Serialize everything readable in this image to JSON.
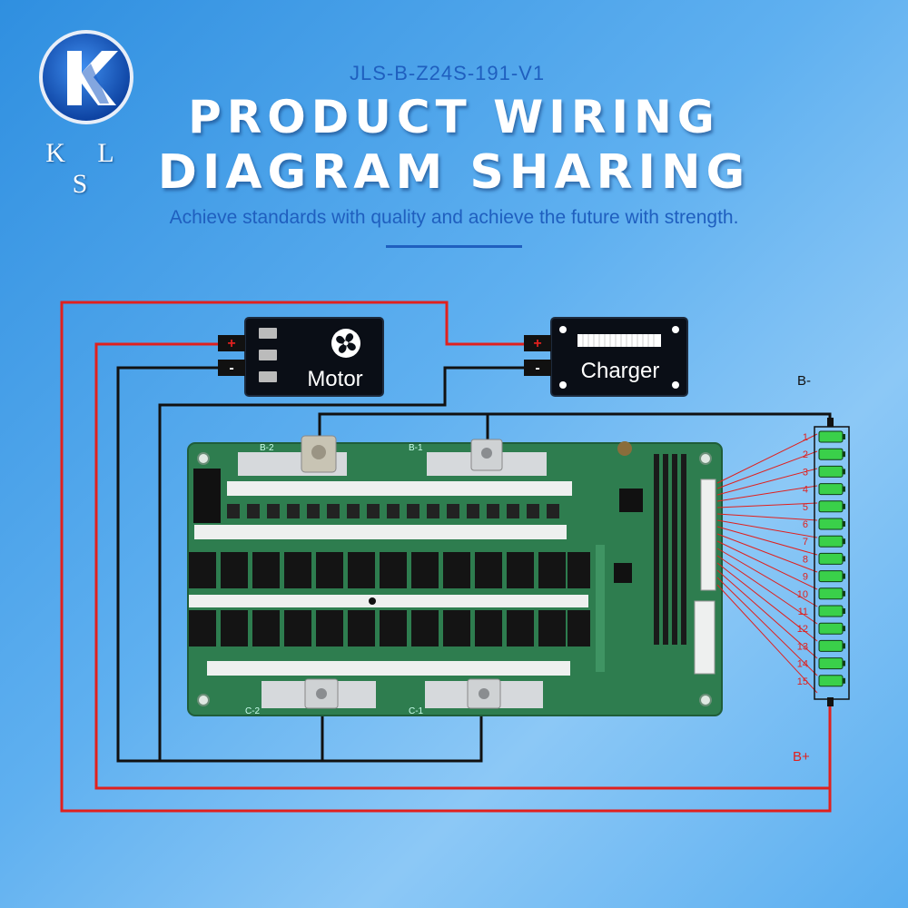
{
  "header": {
    "logo_text": "K L S",
    "model": "JLS-B-Z24S-191-V1",
    "title_line1": "PRODUCT WIRING",
    "title_line2": "DIAGRAM SHARING",
    "subtitle": "Achieve standards with quality and achieve the future with strength."
  },
  "motor": {
    "label": "Motor",
    "plus": "+",
    "minus": "-"
  },
  "charger": {
    "label": "Charger",
    "plus": "+",
    "minus": "-"
  },
  "battery": {
    "b_minus": "B-",
    "b_plus": "B+",
    "cells": [
      "1",
      "2",
      "3",
      "4",
      "5",
      "6",
      "7",
      "8",
      "9",
      "10",
      "11",
      "12",
      "13",
      "14",
      "15"
    ]
  },
  "board": {
    "labels": {
      "b2": "B-2",
      "b1": "B-1",
      "c2": "C-2",
      "c1": "C-1"
    }
  },
  "colors": {
    "positive_wire": "#e0201e",
    "negative_wire": "#111111",
    "board": "#2e7d4f",
    "cell": "#3ad04a"
  }
}
